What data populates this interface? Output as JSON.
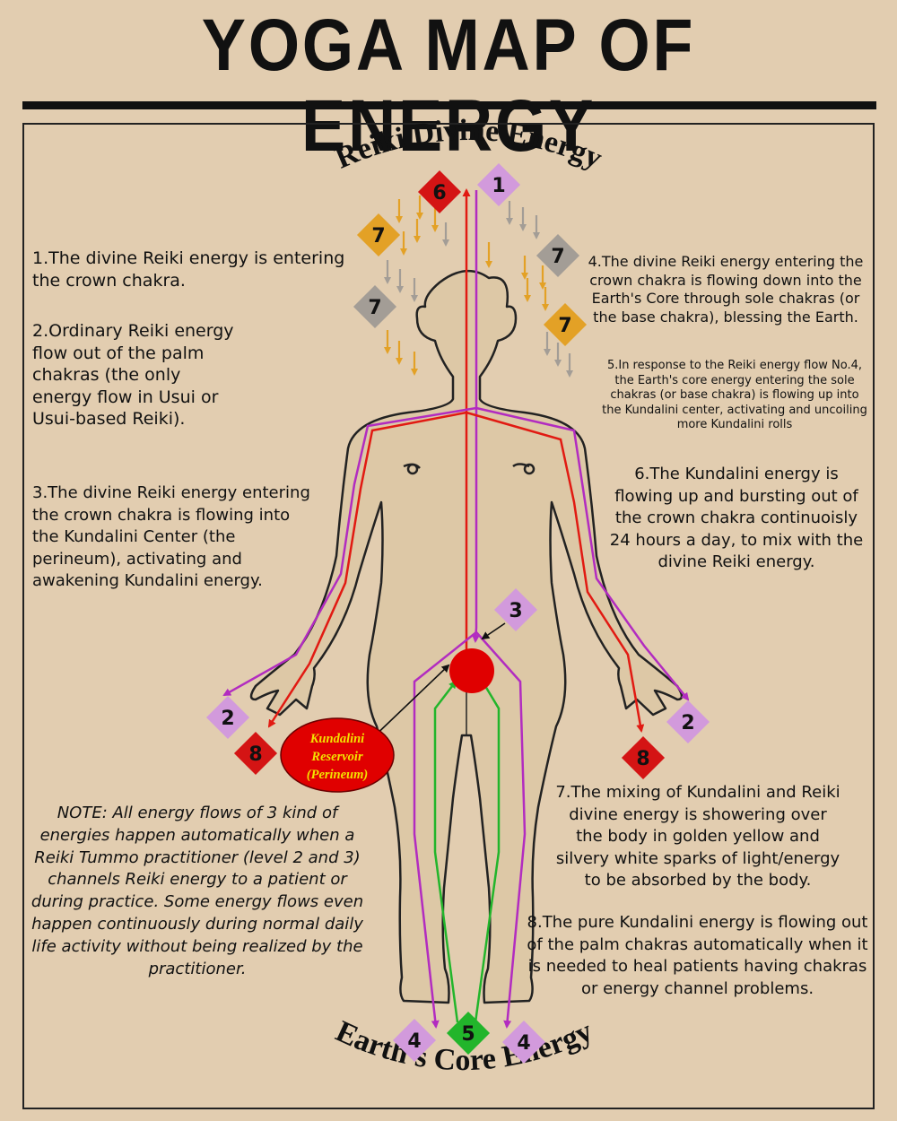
{
  "title": "YOGA MAP OF ENERGY",
  "arcs": {
    "top": "Reiki Divine Energy",
    "bottom": "Earth's Core Energy"
  },
  "reservoir": {
    "line1": "Kundalini",
    "line2": "Reservoir",
    "line3": "(Perineum)"
  },
  "markers": {
    "m1": "1",
    "m2": "2",
    "m3": "3",
    "m4": "4",
    "m5": "5",
    "m6": "6",
    "m7": "7",
    "m8": "8"
  },
  "colors": {
    "background": "#e2cdb0",
    "divine_flow": "#b22cc0",
    "kundalini_flow": "#e11a12",
    "earth_flow": "#22b52b",
    "gold_spark": "#e3a126",
    "silver_spark": "#a39d96",
    "kundalini_reservoir": "#e00000",
    "reservoir_label": "#f2e200"
  },
  "texts": {
    "t1": "1.The divine Reiki energy is entering the crown chakra.",
    "t2": "2.Ordinary Reiki energy flow out of the palm chakras (the only energy flow in Usui or Usui-based Reiki).",
    "t3": "3.The divine Reiki energy entering the crown chakra is flowing into the Kundalini Center (the perineum), activating and awakening Kundalini energy.",
    "t4": "4.The divine Reiki energy entering the crown chakra is flowing down into the Earth's Core through sole chakras (or the base chakra), blessing the Earth.",
    "t5": "5.In response to the Reiki energy flow No.4, the Earth's core energy entering the sole chakras (or base chakra) is flowing up into the Kundalini center, activating and uncoiling more Kundalini rolls",
    "t6": "6.The Kundalini energy is flowing up and bursting out of the crown chakra continuoisly 24 hours a day, to mix with the divine Reiki energy.",
    "t7": "7.The mixing of Kundalini and Reiki divine energy is showering over the body in golden yellow and silvery white sparks of light/energy to be absorbed by the body.",
    "t8": "8.The pure Kundalini energy is flowing out of the palm chakras automatically when it is needed to heal patients having chakras or energy channel problems.",
    "note": "NOTE: All energy flows of 3 kind of energies happen automatically when a Reiki Tummo practitioner (level 2 and 3) channels Reiki energy to a patient or during practice. Some energy flows even happen continuously during normal daily life activity without being realized by the practitioner."
  }
}
